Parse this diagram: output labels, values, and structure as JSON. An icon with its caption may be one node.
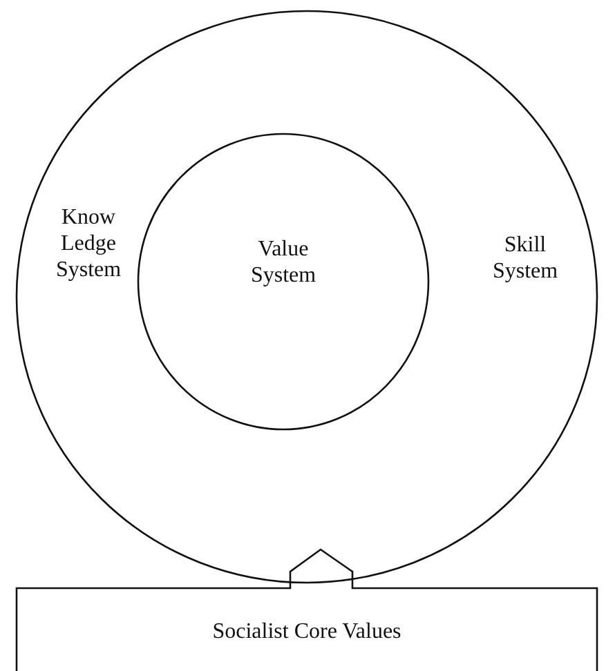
{
  "diagram": {
    "nodes": [
      {
        "text": [
          "Know Ledge System",
          "Skill System"
        ]
      },
      {
        "text": [
          "Value System"
        ],
        "in": 0
      },
      {
        "text": [
          "Socialist Core Values"
        ]
      }
    ]
  }
}
